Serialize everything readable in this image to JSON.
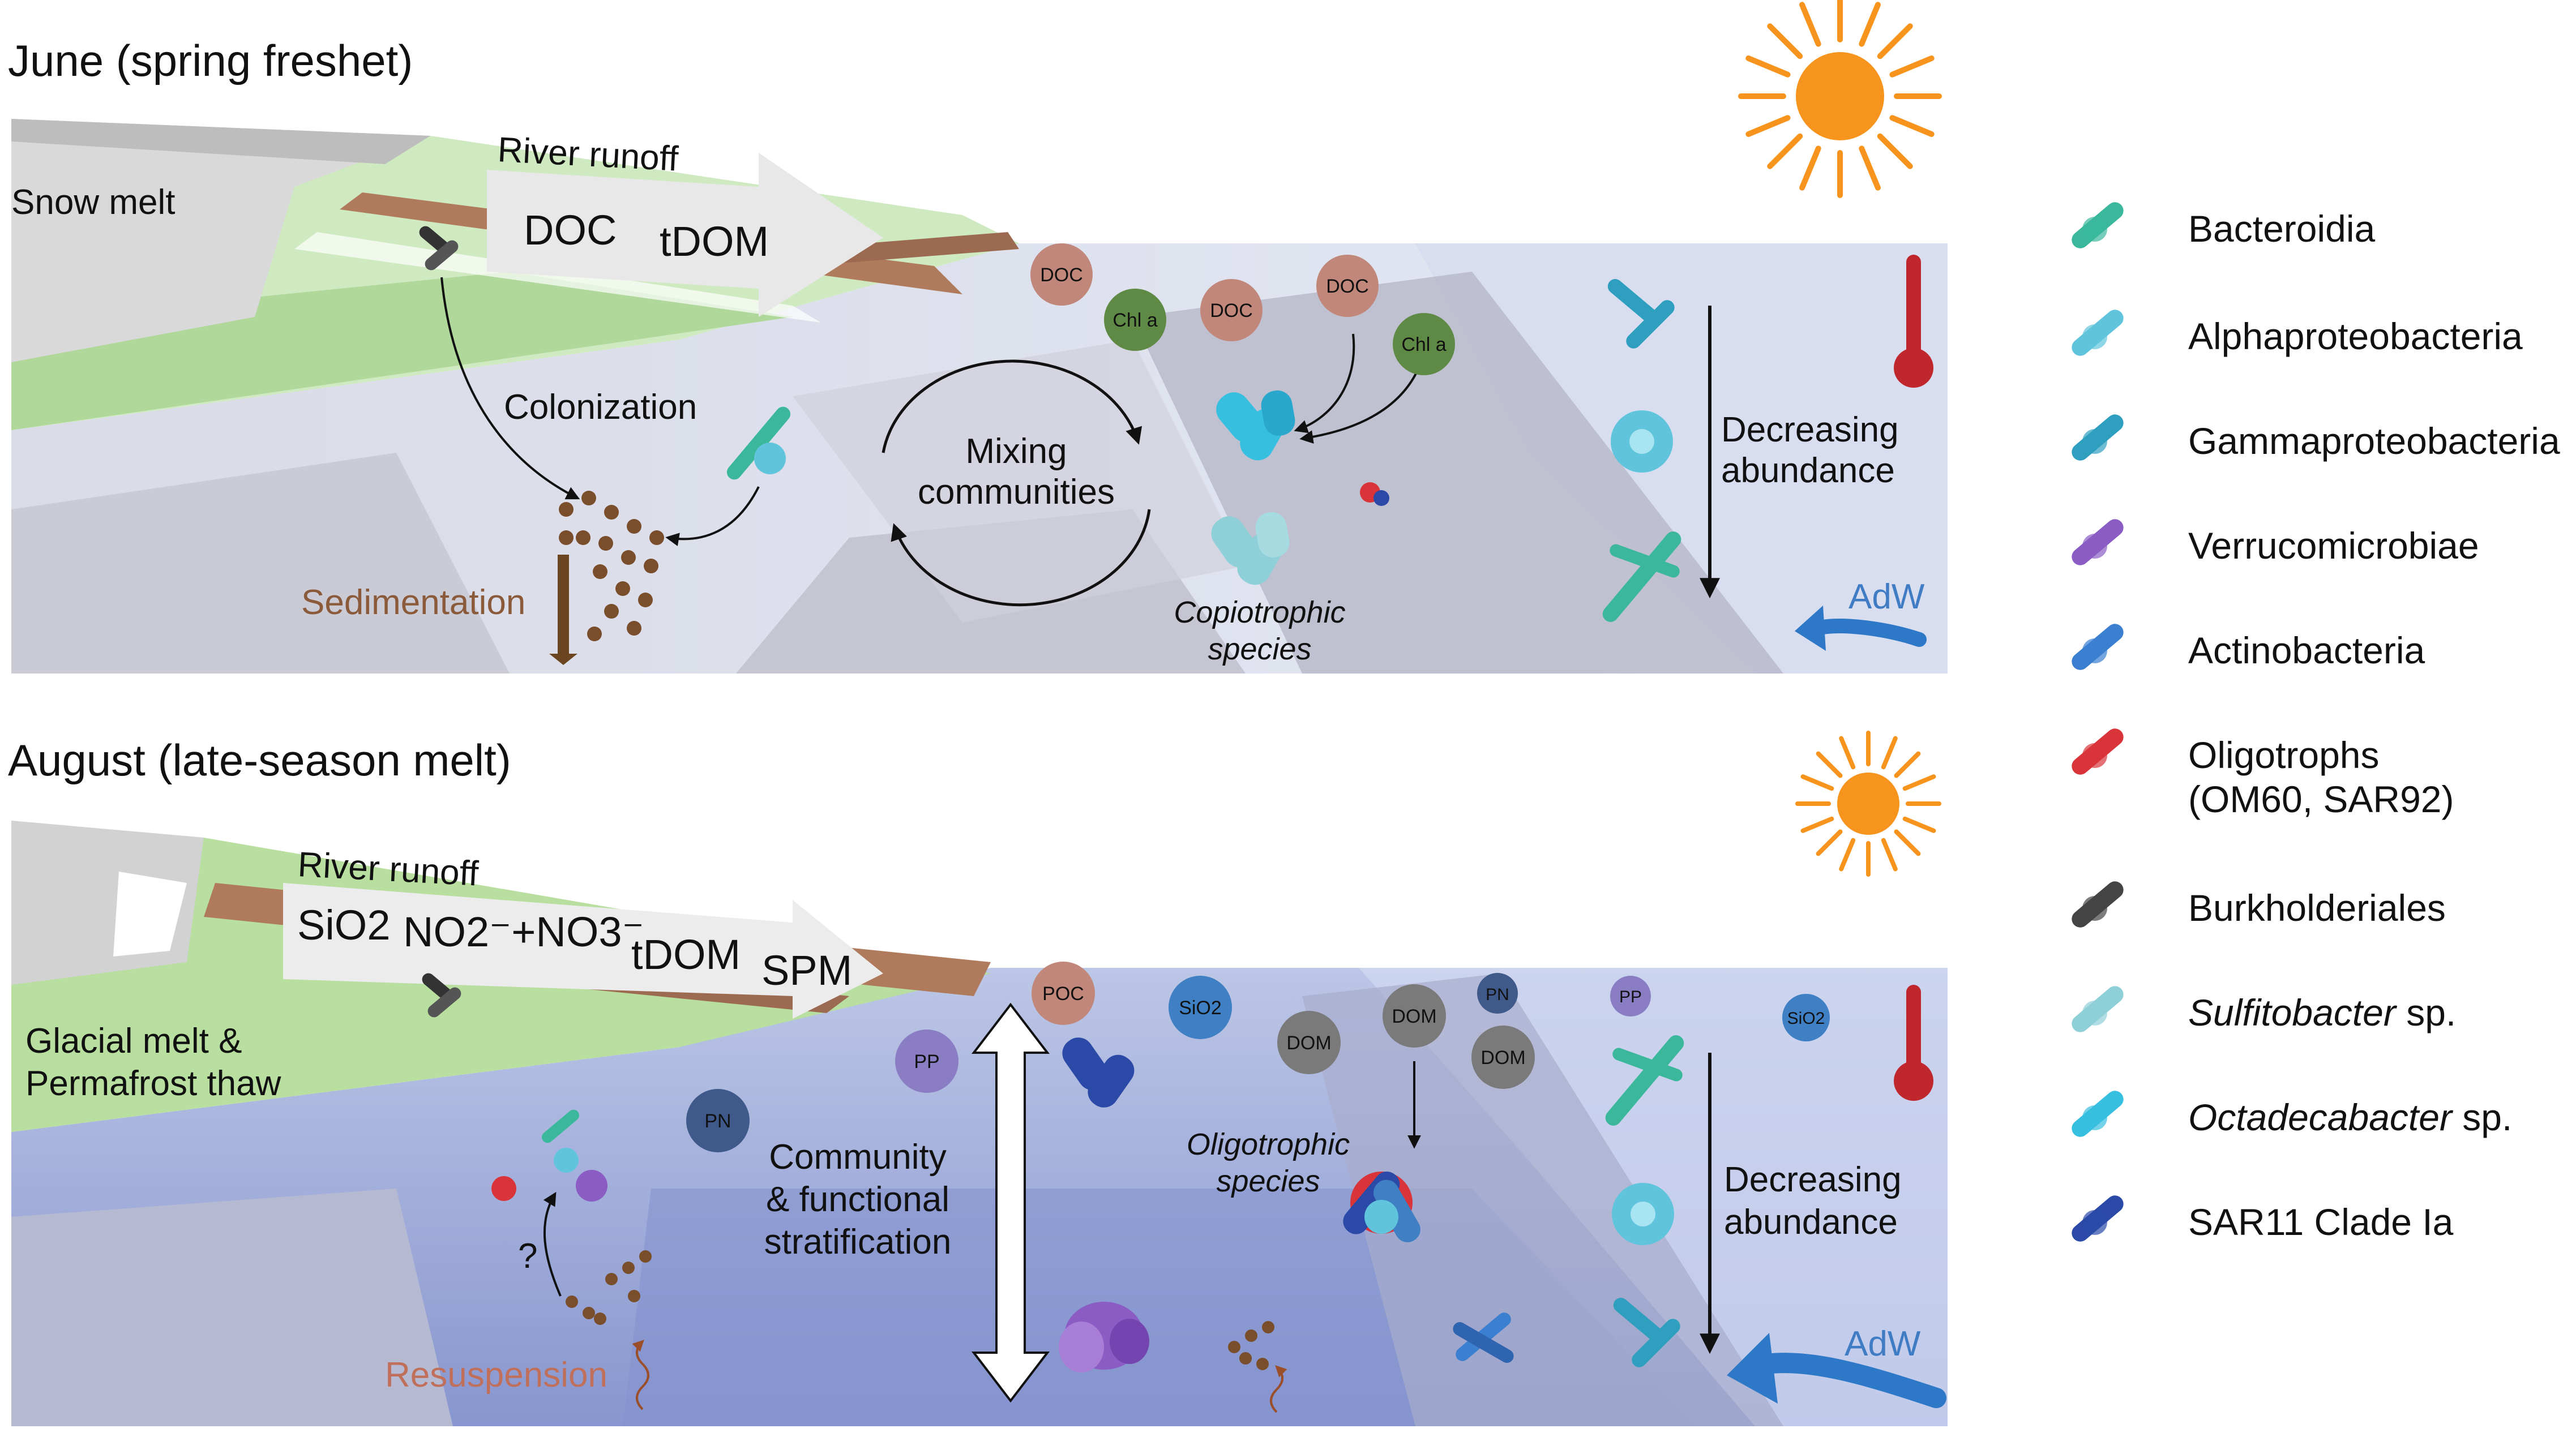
{
  "panels": {
    "june": {
      "title": "June (spring freshet)",
      "snow_melt": "Snow melt",
      "river_runoff": "River runoff",
      "runoff_items": [
        "DOC",
        "tDOM"
      ],
      "colonization": "Colonization",
      "sedimentation": "Sedimentation",
      "mixing": [
        "Mixing",
        "communities"
      ],
      "copiotrophic": [
        "Copiotrophic",
        "species"
      ],
      "decreasing": [
        "Decreasing",
        "abundance"
      ],
      "adw": "AdW",
      "bubbles": [
        "DOC",
        "Chl a",
        "DOC",
        "DOC",
        "Chl a"
      ]
    },
    "august": {
      "title": "August (late-season melt)",
      "glacial": [
        "Glacial melt &",
        "Permafrost thaw"
      ],
      "river_runoff": "River runoff",
      "runoff_items": [
        "SiO2",
        "NO2⁻+NO3⁻",
        "tDOM",
        "SPM"
      ],
      "stratification": [
        "Community",
        "& functional",
        "stratification"
      ],
      "oligotrophic": [
        "Oligotrophic",
        "species"
      ],
      "resuspension": "Resuspension",
      "question": "?",
      "decreasing": [
        "Decreasing",
        "abundance"
      ],
      "adw": "AdW",
      "bubbles": [
        "POC",
        "SiO2",
        "PP",
        "DOM",
        "DOM",
        "PN",
        "PP",
        "SiO2",
        "DOM",
        "PN"
      ]
    }
  },
  "legend": [
    {
      "label": "Bacteroidia",
      "italic": false,
      "color": "#3bb89c"
    },
    {
      "label": "Alphaproteobacteria",
      "italic": false,
      "color": "#5fc4dc"
    },
    {
      "label": "Gammaproteobacteria",
      "italic": false,
      "color": "#2f9fc0"
    },
    {
      "label": "Verrucomicrobiae",
      "italic": false,
      "color": "#8a5cc4"
    },
    {
      "label": "Actinobacteria",
      "italic": false,
      "color": "#3b7fd0"
    },
    {
      "label": "Oligotrophs",
      "label2": "(OM60, SAR92)",
      "italic": false,
      "color": "#d8343a"
    },
    {
      "label": "Burkholderiales",
      "italic": false,
      "color": "#444444"
    },
    {
      "label": "Sulfitobacter",
      "suffix": " sp.",
      "italic": true,
      "color": "#8fd0d8"
    },
    {
      "label": "Octadecabacter",
      "suffix": " sp.",
      "italic": true,
      "color": "#37bfe0"
    },
    {
      "label": "SAR11 Clade Ia",
      "italic": false,
      "color": "#2b4aa8"
    }
  ],
  "colors": {
    "sun": "#f7941d",
    "water_june": "#dfe3ee",
    "water_august": "#9aa8d8",
    "land_green": "#b5dea0",
    "sediment": "#7a4e2a",
    "adw_arrow": "#2e78c8",
    "thermometer": "#c0272d"
  }
}
